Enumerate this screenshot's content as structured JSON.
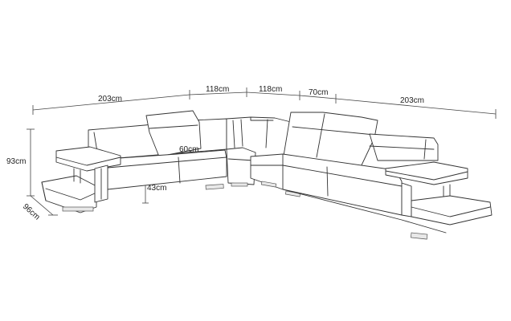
{
  "diagram": {
    "subject": "corner sectional sofa dimension drawing",
    "colors": {
      "background": "#ffffff",
      "line": "#333333",
      "text": "#222222"
    },
    "dimensions": {
      "top": [
        {
          "label": "203cm"
        },
        {
          "label": "118cm"
        },
        {
          "label": "118cm"
        },
        {
          "label": "70cm"
        },
        {
          "label": "203cm"
        }
      ],
      "height_total": {
        "label": "93cm"
      },
      "depth": {
        "label": "96cm"
      },
      "seat_depth": {
        "label": "60cm"
      },
      "seat_height": {
        "label": "43cm"
      }
    }
  }
}
